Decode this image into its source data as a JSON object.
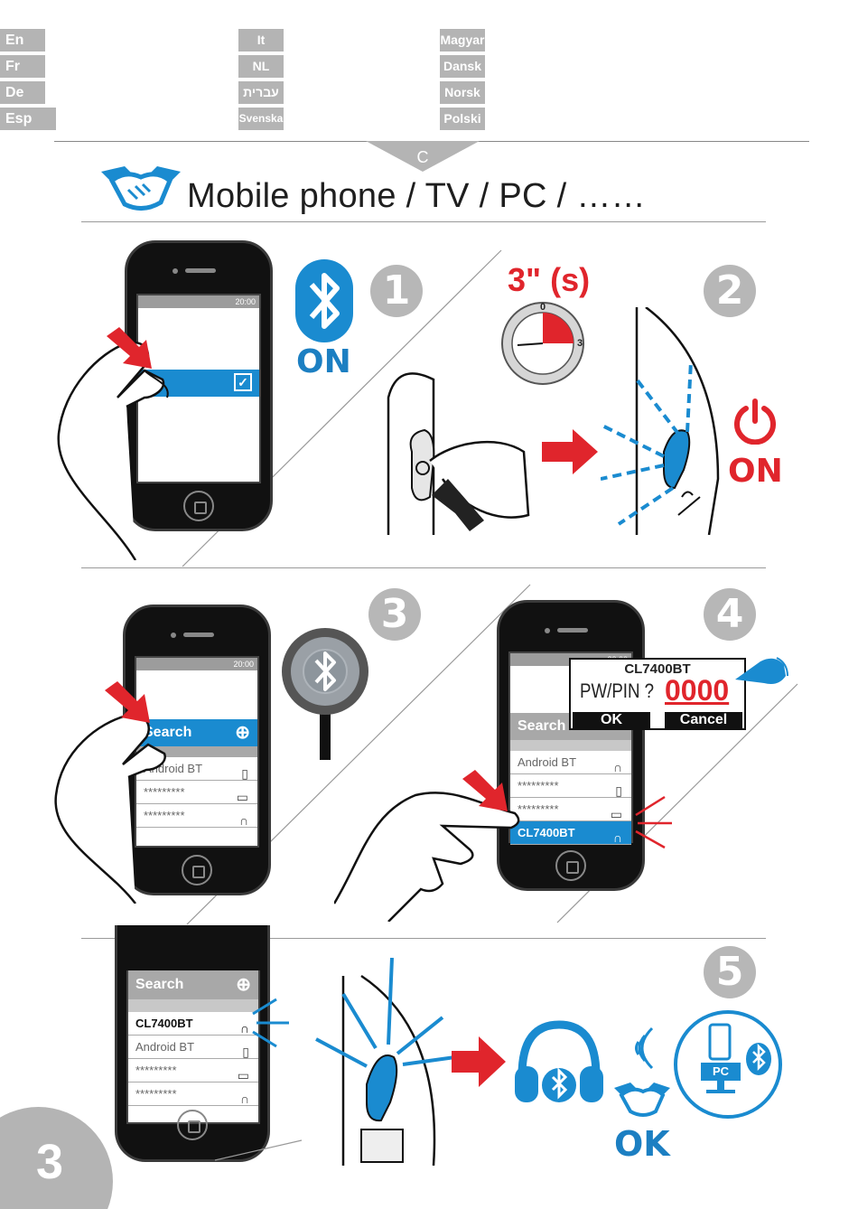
{
  "languages": {
    "col1": [
      "En",
      "Fr",
      "De",
      "Esp"
    ],
    "col2": [
      "It",
      "NL",
      "עברית",
      "Svenska"
    ],
    "col3": [
      "Magyar",
      "Dansk",
      "Norsk",
      "Polski"
    ]
  },
  "section_tab": "C",
  "title": "Mobile phone / TV / PC / ……",
  "steps": [
    "1",
    "2",
    "3",
    "4",
    "5"
  ],
  "step1": {
    "on_label": "ON",
    "time": "20:00"
  },
  "step2": {
    "duration": "3\" (s)",
    "dial_start": "0",
    "dial_end": "3",
    "on_label": "ON"
  },
  "step3": {
    "search_label": "Search",
    "time": "20:00",
    "rows": [
      "Android BT",
      "*********",
      "*********"
    ]
  },
  "step4": {
    "search_label": "Search",
    "time": "20:00",
    "device": "CL7400BT",
    "pin_prompt": "PW/PIN ?",
    "pin_value": "0000",
    "ok": "OK",
    "cancel": "Cancel",
    "rows": [
      "Android BT",
      "*********",
      "*********",
      "CL7400BT"
    ]
  },
  "step5": {
    "search_label": "Search",
    "rows": [
      "CL7400BT",
      "Android BT",
      "*********",
      "*********"
    ],
    "pc_label": "PC",
    "ok_label": "OK"
  },
  "page_number": "3",
  "colors": {
    "blue": "#1a8bd0",
    "red": "#e0252c",
    "gray": "#b4b4b4"
  }
}
